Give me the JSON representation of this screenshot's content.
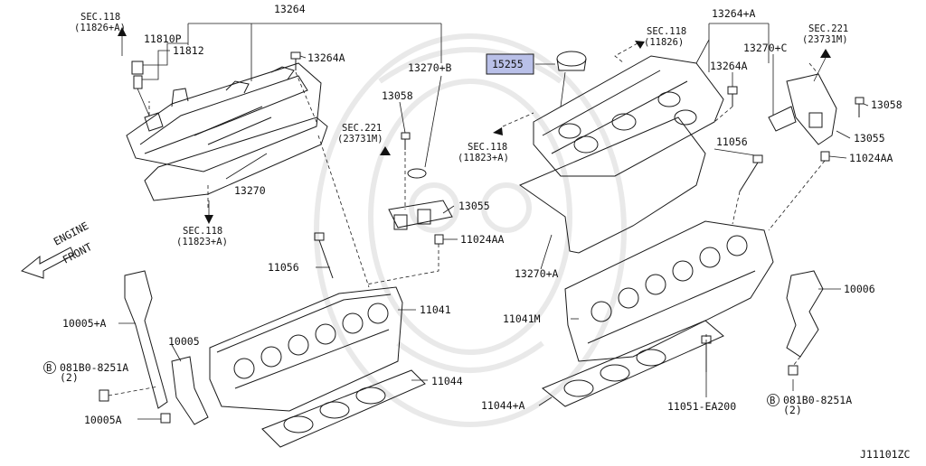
{
  "diagram": {
    "drawing_code": "J11101ZC",
    "direction_label": [
      "ENGINE",
      "FRONT"
    ],
    "callouts": {
      "sec118_a": [
        "SEC.118",
        "(11826+A)"
      ],
      "p11810p": "11810P",
      "p11812": "11812",
      "p13264": "13264",
      "p13264a_l": "13264A",
      "p13270b": "13270+B",
      "p13058_l": "13058",
      "sec221_l": [
        "SEC.221",
        "(23731M)"
      ],
      "p13270": "13270",
      "sec118_b": [
        "SEC.118",
        "(11823+A)"
      ],
      "p13055_l": "13055",
      "p11024aa_l": "11024AA",
      "p11056_l": "11056",
      "p11041": "11041",
      "p10005a": "10005+A",
      "p10005": "10005",
      "bolt_l": [
        "081B0-8251A",
        "(2)"
      ],
      "p10005A": "10005A",
      "p11044": "11044",
      "sec118_c": [
        "SEC.118",
        "(11826)"
      ],
      "p15255": "15255",
      "sec118_d": [
        "SEC.118",
        "(11823+A)"
      ],
      "p13264pa": "13264+A",
      "p13264a_r": "13264A",
      "p13270c": "13270+C",
      "sec221_r": [
        "SEC.221",
        "(23731M)"
      ],
      "p13058_r": "13058",
      "p13055_r": "13055",
      "p11024aa_r": "11024AA",
      "p11056_r": "11056",
      "p13270a": "13270+A",
      "p11041m": "11041M",
      "p10006": "10006",
      "p11044a": "11044+A",
      "p11051": "11051-EA200",
      "bolt_r": [
        "081B0-8251A",
        "(2)"
      ],
      "bolt_symbol": "B"
    }
  }
}
